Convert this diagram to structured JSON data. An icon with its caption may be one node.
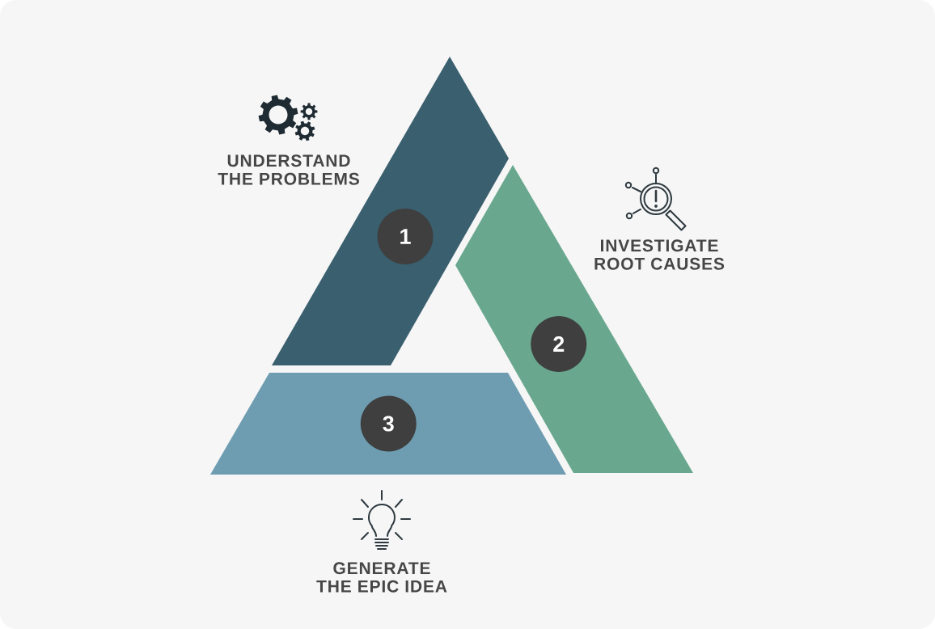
{
  "diagram": {
    "nodes": [
      {
        "text": [],
        "shape": "trapezoid"
      },
      {
        "text": [
          "1"
        ],
        "in": 0
      },
      {
        "text": [],
        "shape": "trapezoid"
      },
      {
        "text": [
          "2"
        ],
        "in": 2
      },
      {
        "text": [],
        "shape": "trapezoid"
      },
      {
        "text": [
          "3"
        ],
        "in": 4
      }
    ],
    "labels": [
      "UNDERSTAND THE PROBLEMS",
      "INVESTIGATE ROOT CAUSES",
      "GENERATE THE EPIC IDEA"
    ]
  }
}
